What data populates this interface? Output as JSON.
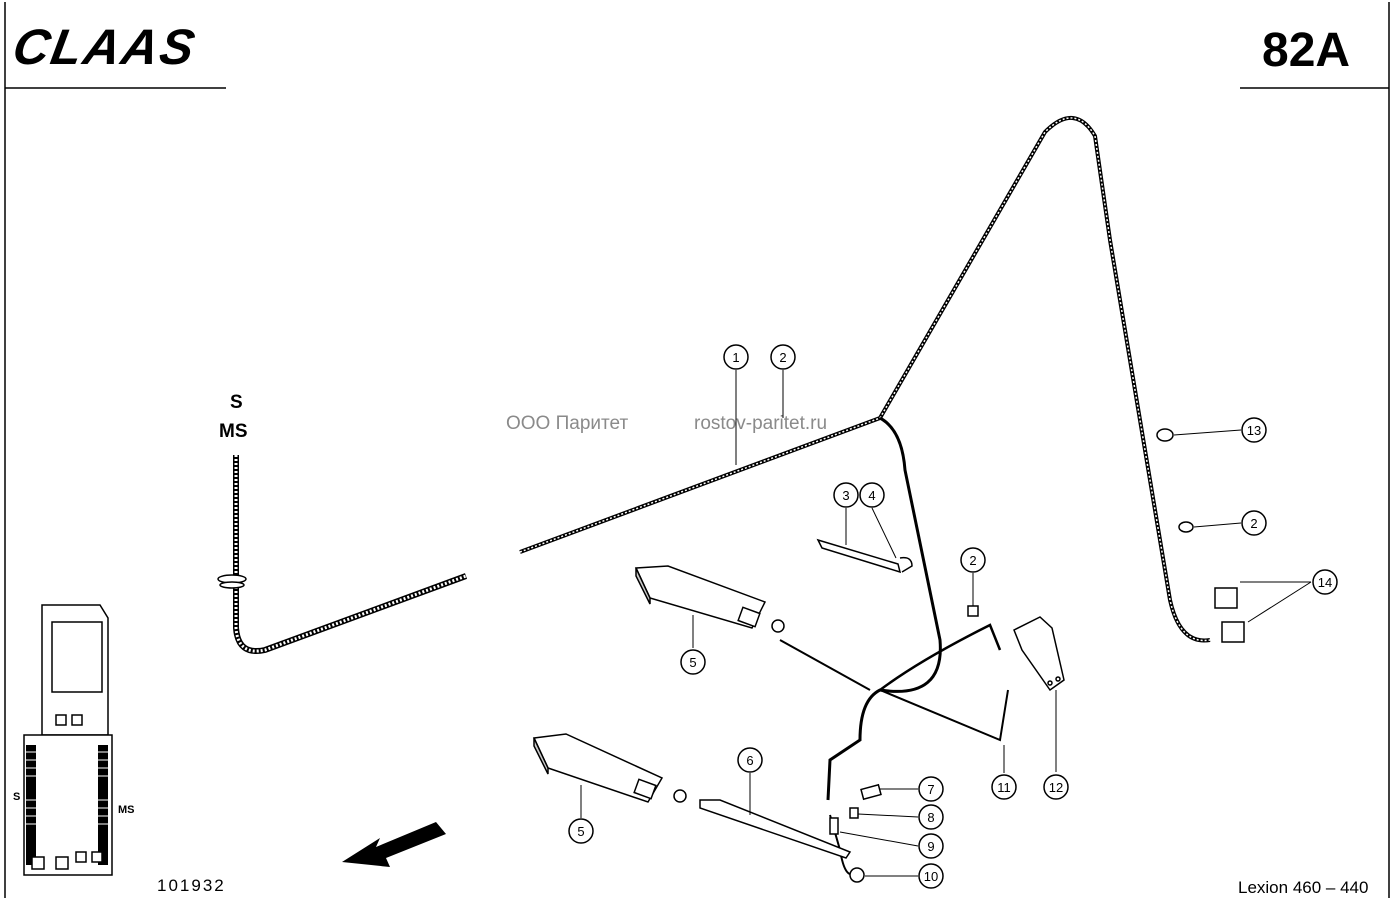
{
  "header": {
    "logo": "CLAAS",
    "page_number": "82A"
  },
  "markers": {
    "s": "S",
    "ms": "MS"
  },
  "watermark": {
    "company": "ООО Паритет",
    "site": "rostov-paritet.ru"
  },
  "callouts": [
    {
      "label": "1"
    },
    {
      "label": "2"
    },
    {
      "label": "2"
    },
    {
      "label": "2"
    },
    {
      "label": "3"
    },
    {
      "label": "4"
    },
    {
      "label": "5"
    },
    {
      "label": "5"
    },
    {
      "label": "6"
    },
    {
      "label": "7"
    },
    {
      "label": "8"
    },
    {
      "label": "9"
    },
    {
      "label": "10"
    },
    {
      "label": "11"
    },
    {
      "label": "12"
    },
    {
      "label": "13"
    },
    {
      "label": "14"
    }
  ],
  "locator": {
    "s": "S",
    "ms": "MS"
  },
  "footer": {
    "drawing_number": "101932",
    "model": "Lexion 460 – 440"
  }
}
